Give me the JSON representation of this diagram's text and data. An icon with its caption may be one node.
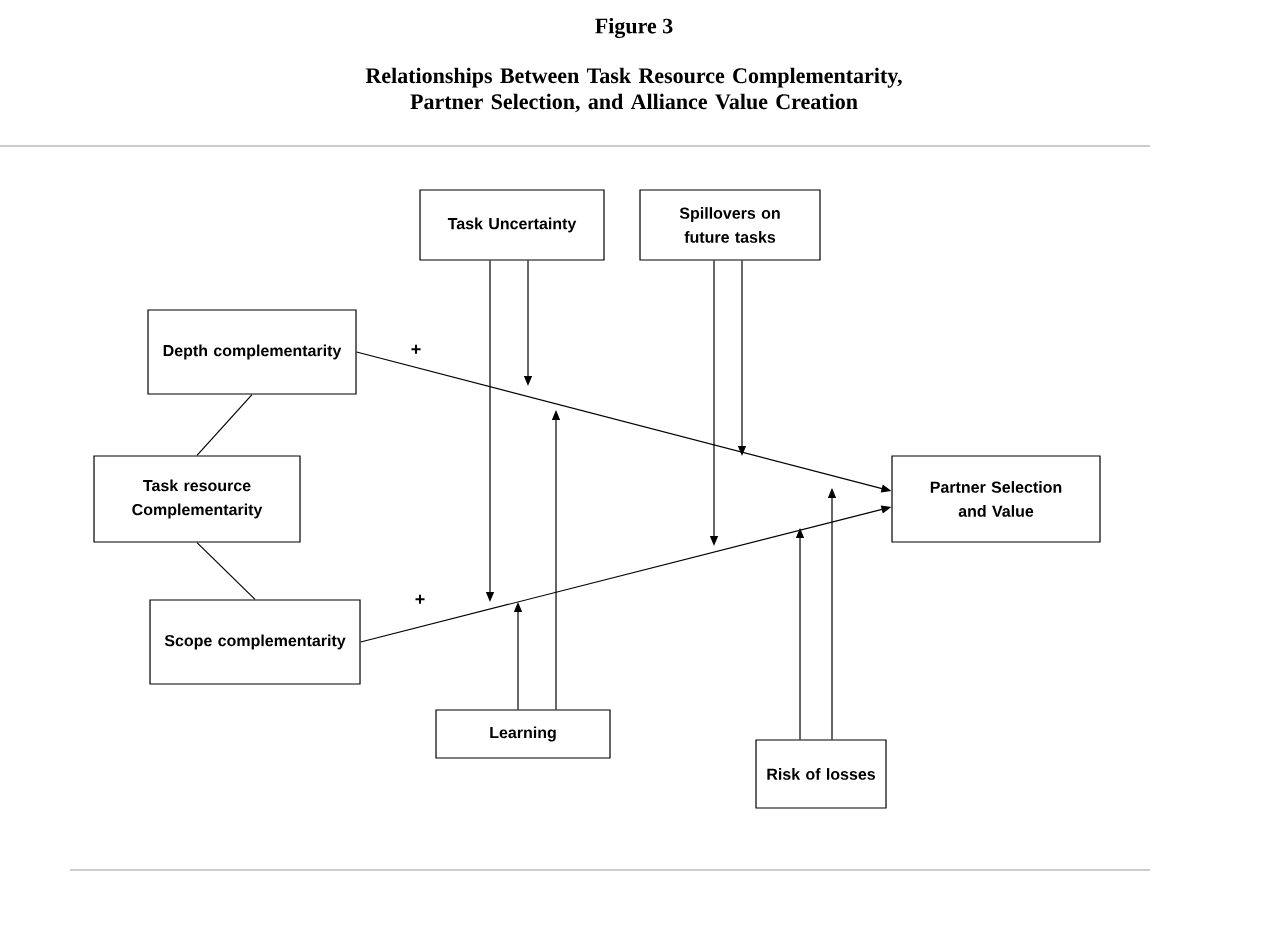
{
  "diagram": {
    "title": "Figure 3",
    "caption": "Relationships Between Task Resource Complementarity, Partner Selection, and Alliance Value Creation",
    "nodes": [
      {
        "text": [
          "Task Uncertainty"
        ]
      },
      {
        "text": [
          "Spillovers on future tasks"
        ]
      },
      {
        "text": [
          "Depth complementarity"
        ]
      },
      {
        "text": [
          "Task resource Complementarity"
        ]
      },
      {
        "text": [
          "Partner Selection and Value"
        ]
      },
      {
        "text": [
          "Scope complementarity"
        ]
      },
      {
        "text": [
          "Learning"
        ]
      },
      {
        "text": [
          "Risk of losses"
        ]
      }
    ],
    "edges": [
      {
        "from": 2,
        "to": 4,
        "arrow": "to",
        "label": "+"
      },
      {
        "from": 5,
        "to": 4,
        "arrow": "to",
        "label": "+"
      },
      {
        "from": 2,
        "to": 3,
        "arrow": "none"
      },
      {
        "from": 3,
        "to": 5,
        "arrow": "none"
      },
      {
        "from": 0,
        "to": null,
        "arrow": "to"
      },
      {
        "from": 0,
        "to": null,
        "arrow": "to"
      },
      {
        "from": 1,
        "to": null,
        "arrow": "to"
      },
      {
        "from": 1,
        "to": null,
        "arrow": "to"
      },
      {
        "from": 6,
        "to": null,
        "arrow": "to"
      },
      {
        "from": 6,
        "to": null,
        "arrow": "to"
      },
      {
        "from": 7,
        "to": null,
        "arrow": "to"
      },
      {
        "from": 7,
        "to": null,
        "arrow": "to"
      }
    ]
  }
}
